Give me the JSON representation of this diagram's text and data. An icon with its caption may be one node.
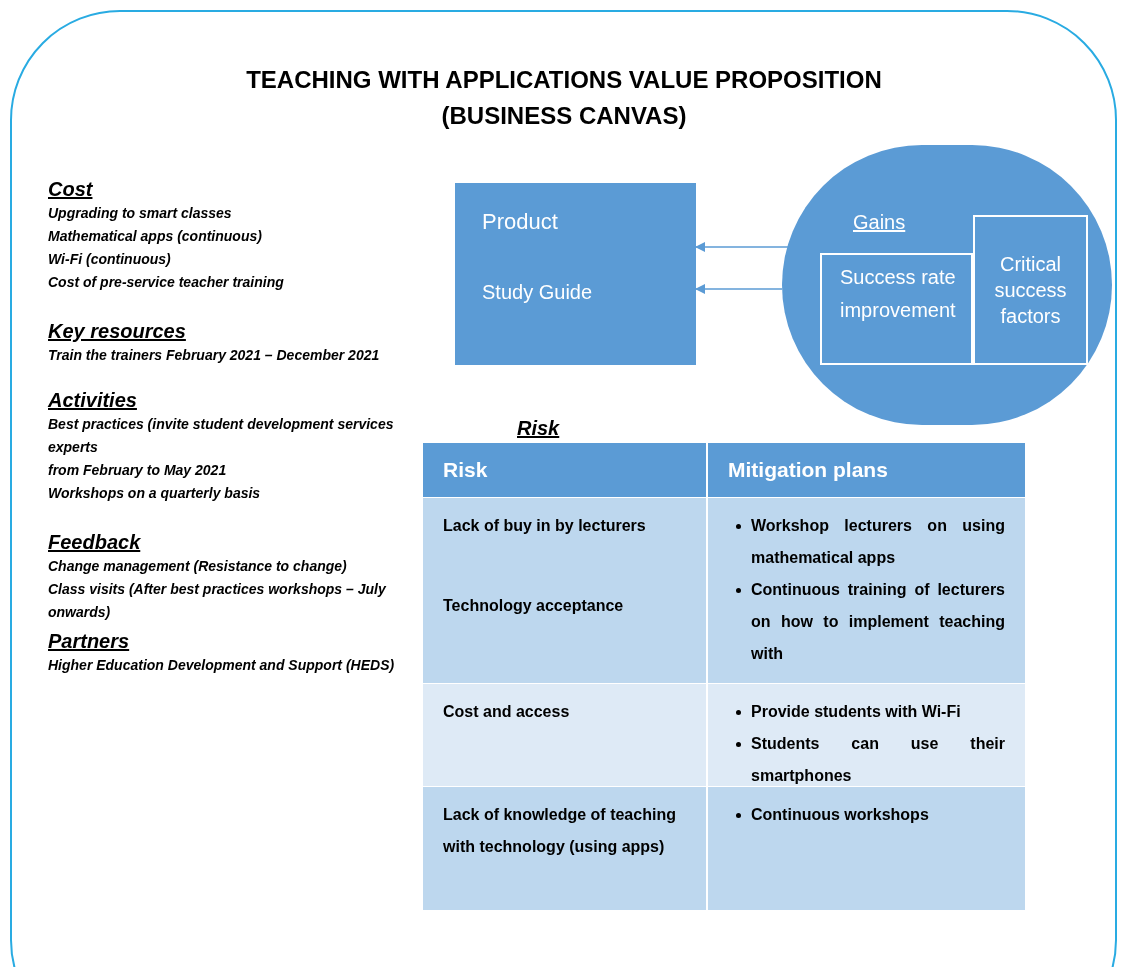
{
  "diagram": {
    "title": "TEACHING WITH APPLICATIONS VALUE PROPOSITION (BUSINESS CANVAS)",
    "nodes": [
      {
        "text": [
          "Product",
          "Study Guide"
        ]
      },
      {
        "text": [
          "Gains"
        ]
      },
      {
        "text": [
          "Success rate improvement"
        ],
        "in": 1
      },
      {
        "text": [
          "Critical success factors"
        ],
        "in": 1
      }
    ],
    "edges": [
      {
        "from": 1,
        "to": 0,
        "arrow": "to"
      },
      {
        "from": 1,
        "to": 0,
        "arrow": "to"
      }
    ],
    "labels": [
      "Cost",
      "Upgrading to smart classes",
      "Mathematical apps (continuous)",
      "Wi-Fi (continuous)",
      "Cost of pre-service teacher training",
      "Key resources",
      "Train the trainers February 2021 – December 2021",
      "Activities",
      "Best practices (invite student development services experts",
      "from February to May 2021",
      "Workshops on a quarterly basis",
      "Feedback",
      "Change management (Resistance to change)",
      "Class visits (After best practices workshops – July onwards)",
      "Partners",
      "Higher Education Development and Support (HEDS)",
      "Risk",
      "Risk",
      "Mitigation plans",
      "Lack of buy in by lecturers",
      "Technology acceptance",
      "Workshop lecturers on using mathematical apps",
      "Continuous training of lecturers on how to implement teaching with",
      "Cost and access",
      "Provide students with Wi-Fi",
      "Students can use their smartphones",
      "Lack of knowledge of teaching with technology (using apps)",
      "Continuous workshops"
    ]
  }
}
